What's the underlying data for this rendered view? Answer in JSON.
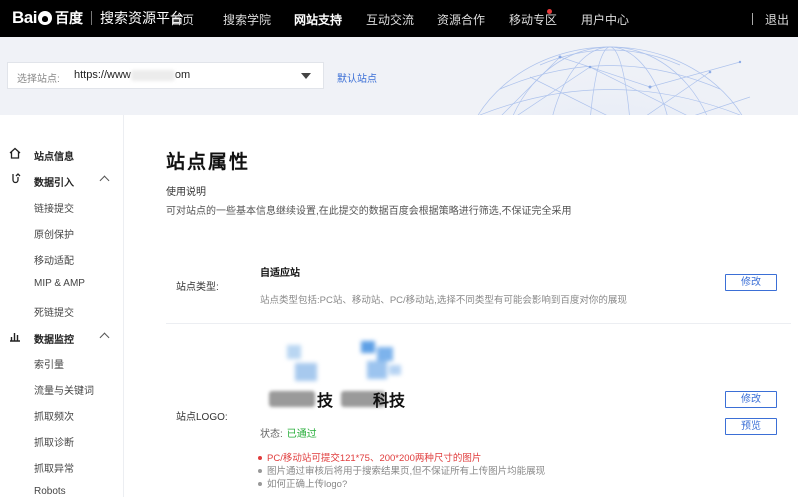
{
  "brand": {
    "logo_bai": "Bai",
    "logo_du": "百度",
    "platform": "搜索资源平台"
  },
  "nav": {
    "items": [
      "首页",
      "搜索学院",
      "网站支持",
      "互动交流",
      "资源合作",
      "移动专区",
      "用户中心"
    ],
    "active": "网站支持",
    "logout": "退出",
    "badge_color": "#e6393a"
  },
  "site_selector": {
    "label": "选择站点:",
    "url_prefix": "https://www",
    "url_suffix": "om",
    "default_site_link": "默认站点"
  },
  "sidebar": {
    "groups": [
      {
        "label": "站点信息",
        "icon": "home-icon",
        "items": []
      },
      {
        "label": "数据引入",
        "icon": "data-import-icon",
        "items": [
          "链接提交",
          "原创保护",
          "移动适配",
          "MIP & AMP",
          "死链提交"
        ]
      },
      {
        "label": "数据监控",
        "icon": "bar-chart-icon",
        "items": [
          "索引量",
          "流量与关键词",
          "抓取频次",
          "抓取诊断",
          "抓取异常",
          "Robots"
        ]
      }
    ]
  },
  "main": {
    "title": "站点属性",
    "usage_title": "使用说明",
    "usage_text": "可对站点的一些基本信息继续设置,在此提交的数据百度会根据策略进行筛选,不保证完全采用",
    "site_type": {
      "label": "站点类型:",
      "value": "自适应站",
      "desc": "站点类型包括:PC站、移动站、PC/移动站,选择不同类型有可能会影响到百度对你的展现",
      "edit_button": "修改"
    },
    "site_logo": {
      "label": "站点LOGO:",
      "logo_text_1": "技",
      "logo_text_2": "科技",
      "status_label": "状态:",
      "status_value": "已通过",
      "edit_button": "修改",
      "preview_button": "预览",
      "notes": [
        "PC/移动站可提交121*75、200*200两种尺寸的图片",
        "图片通过审核后将用于搜索结果页,但不保证所有上传图片均能展现",
        "如何正确上传logo?"
      ]
    }
  },
  "colors": {
    "accent": "#3b6fd6",
    "success": "#27ae3a",
    "warning": "#e03c3c"
  }
}
